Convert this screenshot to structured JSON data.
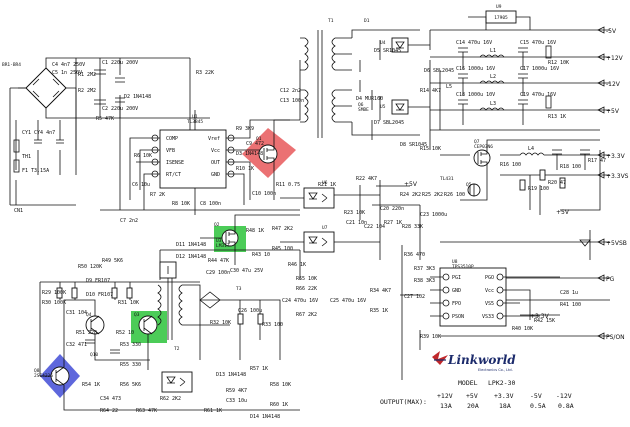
{
  "outputs": {
    "minus5v": "-5V",
    "plus12v_a": "+12V",
    "minus12v": "-12V",
    "plus5v": "+5V",
    "plus3v3": "+3.3V",
    "plus3v3s": "+3.3VS",
    "plus5vsb": "+5VSB",
    "pg": "PG",
    "ps_on": "PS/ON"
  },
  "internal_rails": {
    "plus5v_mid": "+5V",
    "plus5v_right": "+5V",
    "plus3v3_fb": "+3.3V"
  },
  "components": {
    "br": "BR1-BR4",
    "t1": "T1",
    "t2": "T2",
    "t3": "T3",
    "u1": "U1\nTL3845",
    "u3": "U3\nLM317",
    "u4": "U4",
    "u5": "U5",
    "u6": "U6",
    "u7": "U7",
    "u8": "U8\nTPS3510P",
    "u9": "17905",
    "q1": "Q1",
    "q2": "Q2",
    "q3": "Q3",
    "q4": "Q4",
    "q5": "Q5",
    "q6": "Q6\nSMBE",
    "tr1": "Q8\n2SC4226",
    "q10": "Q10",
    "d1": "D1",
    "cp": "Q7\nCEP03N6",
    "ic_tl431": "TL431",
    "ic_u9": "U9"
  },
  "ic_pins": {
    "u1_left": [
      "COMP",
      "VFB",
      "ISENSE",
      "RT/CT"
    ],
    "u1_right": [
      "Vref",
      "Vcc",
      "OUT",
      "GND"
    ],
    "u8_left": [
      "PGI",
      "GND",
      "FPO",
      "PSON"
    ],
    "u8_right": [
      "PGO",
      "Vcc",
      "VS5",
      "VS33"
    ]
  },
  "labels": [
    "C4 4n7 250V",
    "C5 1n 250V",
    "R1 2M2",
    "R2 2M2",
    "C1 220u 200V",
    "C2 220u 200V",
    "CY1 CY4 4n7",
    "TH1",
    "F1 T3.15A",
    "CN1",
    "R3 22K",
    "D2 1N4148",
    "R5 47K",
    "R6 10K",
    "C6 10u",
    "R7 2K",
    "C7 2n2",
    "R8 10K",
    "C8 100n",
    "R9 3K9",
    "C9 472",
    "R10 1K",
    "D3 1N4148",
    "C10 100n",
    "R11 0.75",
    "C12 2n2",
    "C13 100n",
    "D4 MUR160",
    "C14 470u 16V",
    "C15 470u 16V",
    "C16 1000u 16V",
    "C17 1000u 16V",
    "C18 1000u 10V",
    "C19 470u 16V",
    "L1",
    "L2",
    "L3",
    "L4",
    "L5",
    "R12 10K",
    "R13 1K",
    "R14 4K7",
    "R15 10K",
    "R16 100",
    "R17 47",
    "R18 100",
    "R19 100",
    "R20 47",
    "D5 SR1045",
    "D6 SBL2045",
    "D7 SBL2045",
    "D8 SR1045",
    "R21 1K",
    "R22 4K7",
    "R23 10K",
    "C20 220n",
    "R24 2K2",
    "R25 2K2",
    "R26 100",
    "C21 10n",
    "C22 104",
    "R27 1K",
    "R28 33K",
    "C23 1000u",
    "R29 100K",
    "R30 100K",
    "D9 FR107",
    "D10 FR107",
    "R31 10K",
    "C24 470u 16V",
    "C25 470u 16V",
    "C26 100u",
    "R32 10K",
    "R33 100",
    "R34 4K7",
    "R35 1K",
    "R36 470",
    "R37 3K3",
    "R38 3K3",
    "C27 102",
    "R39 10K",
    "R40 10K",
    "C28 1u",
    "R41 100",
    "R42 15K",
    "C29 100n",
    "D11 1N4148",
    "D12 1N4148",
    "R43 10",
    "R44 47K",
    "C30 47u 25V",
    "R45 100",
    "R46 1K",
    "R47 2K2",
    "R48 1K",
    "R49 5K6",
    "C31 104",
    "R50 120K",
    "R51 220",
    "R52 10",
    "R53 330",
    "C32 471",
    "R54 1K",
    "R55 330",
    "R56 5K6",
    "D13 1N4148",
    "R57 1K",
    "R58 10K",
    "R59 4K7",
    "C33 10u",
    "R60 1K",
    "R61 1K",
    "D14 1N4148",
    "R62 2K2",
    "R63 47K",
    "C34 473",
    "R64 22",
    "R65 10K",
    "R66 22K",
    "R67 2K2"
  ],
  "title_block": {
    "brand": "Linkworld",
    "brand_sub": "Electronics Co., Ltd.",
    "model_label": "MODEL",
    "model_value": "LPK2-30",
    "output_label": "OUTPUT(MAX):",
    "table": [
      {
        "rail": "+12V",
        "value": "13A"
      },
      {
        "rail": "+5V",
        "value": "20A"
      },
      {
        "rail": "+3.3V",
        "value": "18A"
      },
      {
        "rail": "-5V",
        "value": "0.5A"
      },
      {
        "rail": "-12V",
        "value": "0.8A"
      }
    ]
  },
  "highlights": {
    "red": "#e8585a",
    "green": "#39c646",
    "blue": "#4d56d8"
  }
}
